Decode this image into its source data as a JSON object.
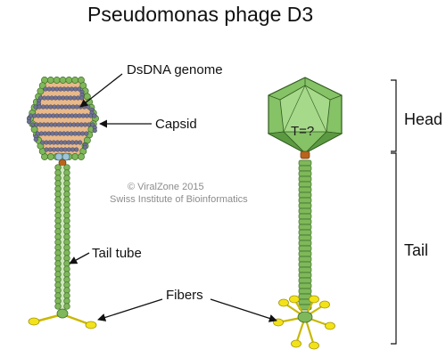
{
  "title": "Pseudomonas phage D3",
  "labels": {
    "genome": "DsDNA genome",
    "capsid": "Capsid",
    "tail_tube": "Tail tube",
    "fibers": "Fibers",
    "head": "Head",
    "tail": "Tail",
    "triangulation": "T=?"
  },
  "credit": {
    "line1": "© ViralZone 2015",
    "line2": "Swiss Institute of Bioinformatics"
  },
  "colors": {
    "bead": "#7fb85a",
    "bead_stroke": "#3f6d2a",
    "capsid_fill": "#e9b98a",
    "dna": "#6f7292",
    "icosahedron": "#86c266",
    "icosahedron_dark": "#5c9a42",
    "fiber": "#f2e21a",
    "connector": "#b8641c"
  }
}
